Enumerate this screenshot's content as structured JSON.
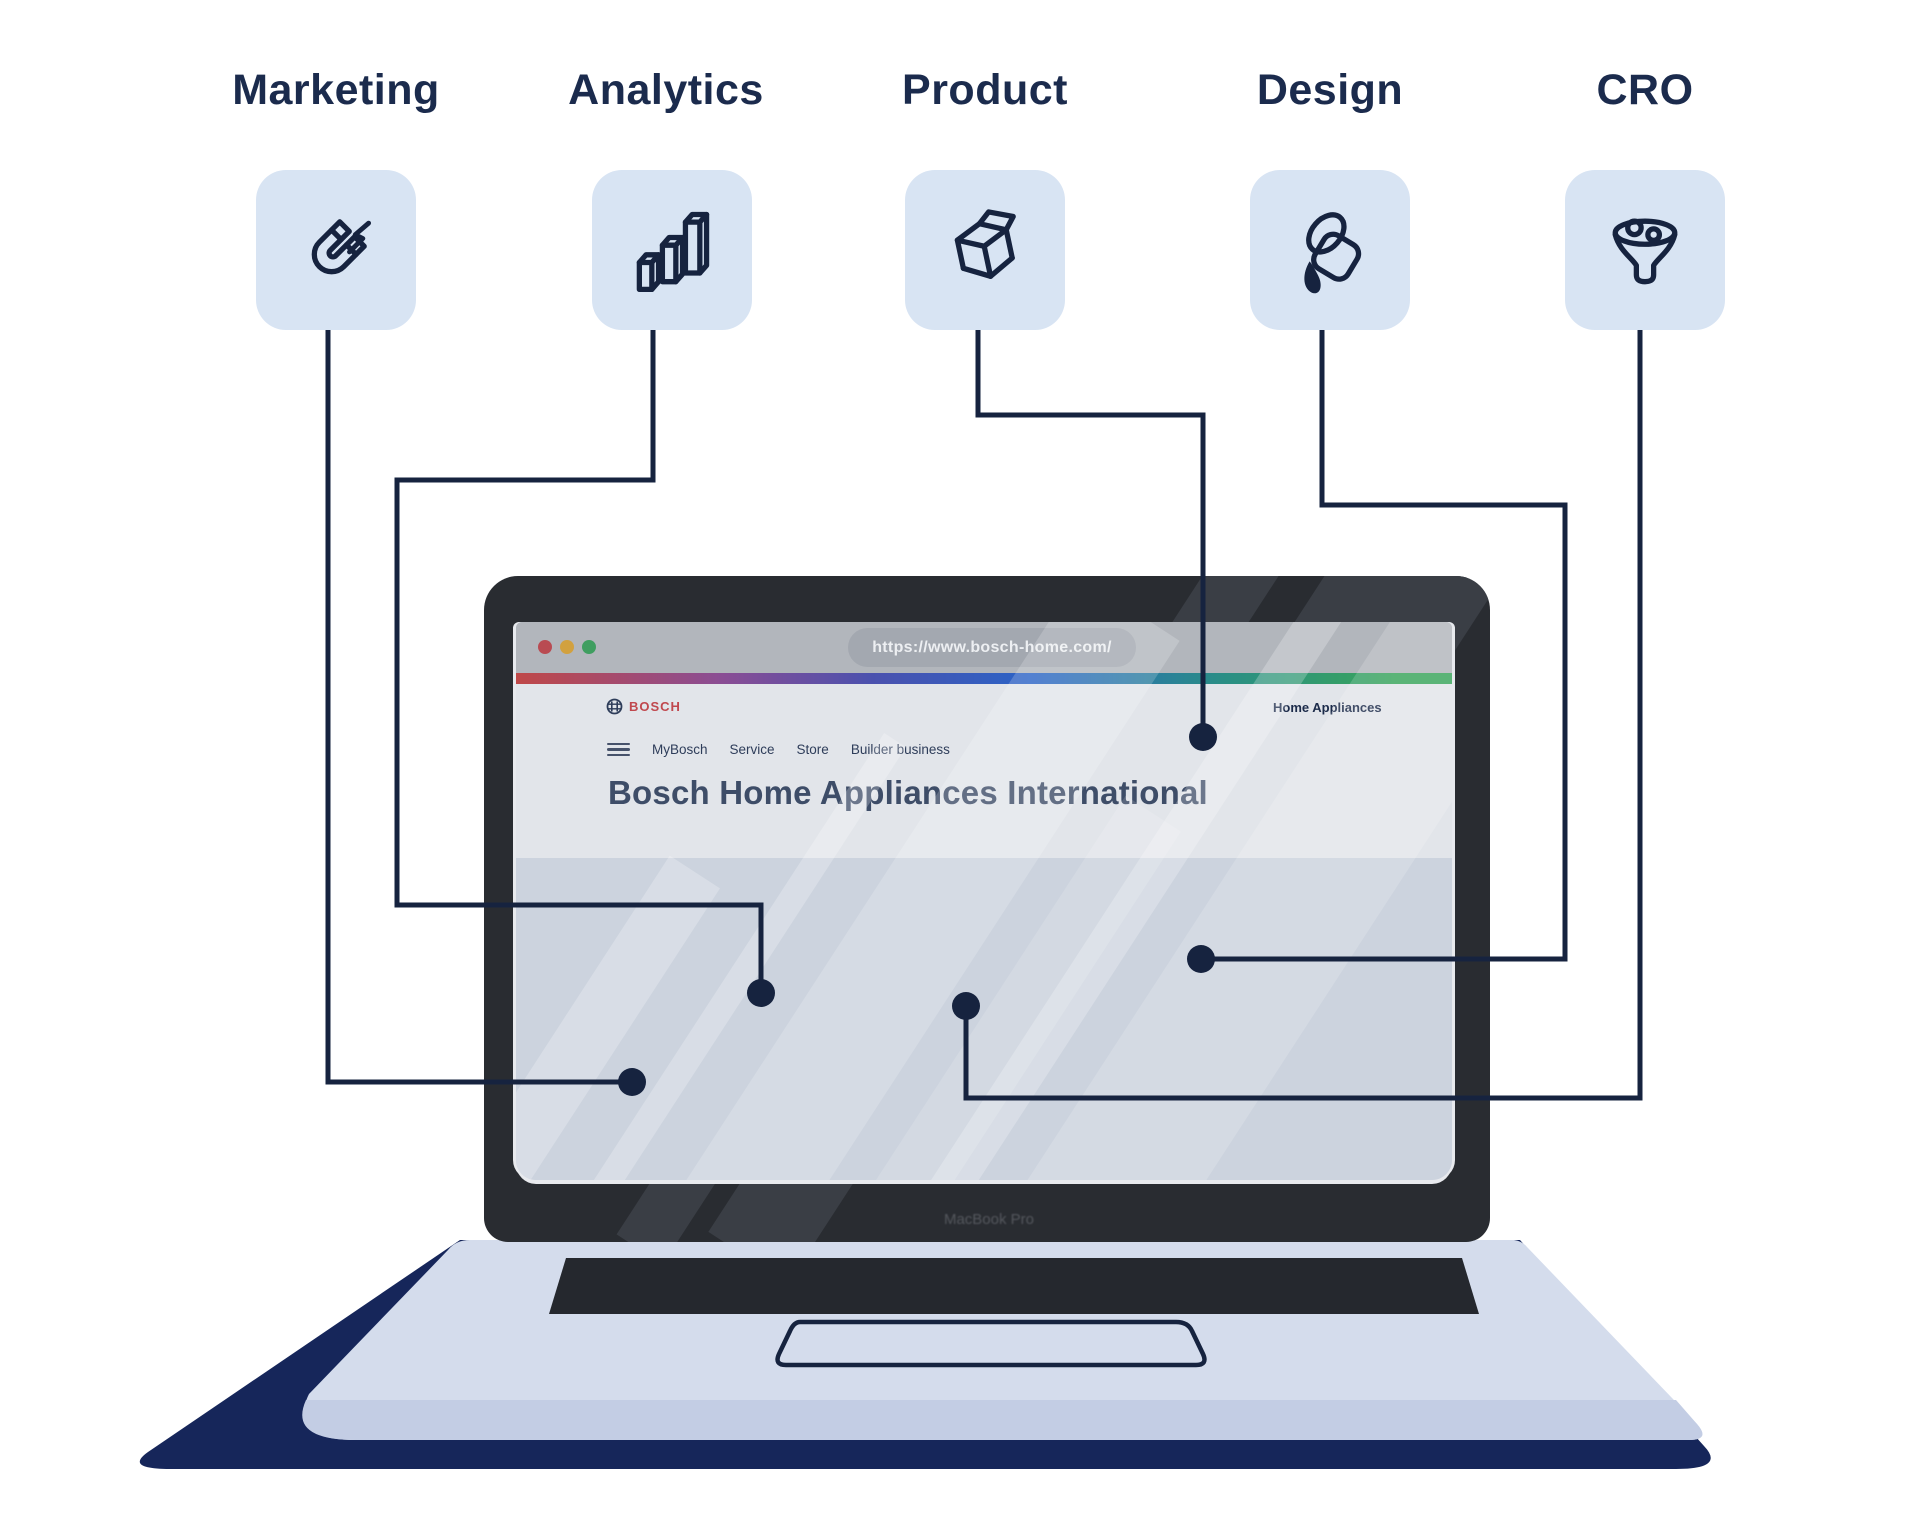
{
  "columns": [
    {
      "label": "Marketing",
      "icon": "magnet-icon"
    },
    {
      "label": "Analytics",
      "icon": "bar-chart-icon"
    },
    {
      "label": "Product",
      "icon": "open-box-icon"
    },
    {
      "label": "Design",
      "icon": "paint-bucket-icon"
    },
    {
      "label": "CRO",
      "icon": "funnel-icon"
    }
  ],
  "browser": {
    "url": "https://www.bosch-home.com/"
  },
  "site": {
    "brand": "BOSCH",
    "nav": [
      "MyBosch",
      "Service",
      "Store",
      "Builder business"
    ],
    "heading": "Bosch Home Appliances International",
    "header_right": "Home Appliances"
  },
  "laptop": {
    "model_label": "MacBook Pro"
  },
  "colors": {
    "navy": "#16233f",
    "label_text": "#1b2b4d",
    "icon_card_bg": "#d8e4f3",
    "bezel": "#292c31",
    "toolbar": "#b2b6bc",
    "url_pill": "#a3a8b0",
    "traffic_red": "#b94b52",
    "traffic_yellow": "#d2a13f",
    "traffic_green": "#3f9e60",
    "gradient_stops": [
      "#bf4848",
      "#8a4d94",
      "#4b51ae",
      "#2b63c6",
      "#2a8f84",
      "#3aa55c"
    ],
    "page_header_bg": "#e2e5ea",
    "hero_bg": "#ccd3de",
    "bosch_red": "#c0484e",
    "heading_text": "#3e4d68",
    "base_body": "#d4dcec",
    "base_lower": "#c3cde4",
    "base_shadow": "#16265a",
    "keyboard_recess": "#25282e"
  }
}
